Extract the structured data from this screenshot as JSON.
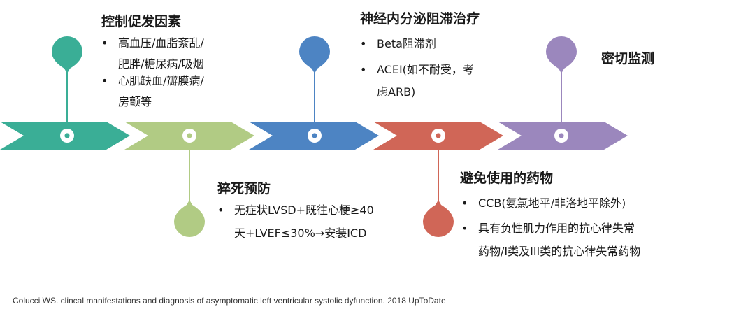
{
  "stages": [
    {
      "key": "risk",
      "title": "控制促发因素",
      "color": "#3aae96",
      "pin": "up",
      "bullets": [
        [
          "高血压/血脂紊乱/",
          "肥胖/糖尿病/吸烟"
        ],
        [
          "心肌缺血/瓣膜病/",
          "房颤等"
        ]
      ]
    },
    {
      "key": "scd",
      "title": "猝死预防",
      "color": "#b1cb84",
      "pin": "down",
      "bullets": [
        [
          "无症状LVSD+既往心梗≥40",
          "天+LVEF≤30%→安装ICD"
        ]
      ]
    },
    {
      "key": "neuro",
      "title": "神经内分泌阻滞治疗",
      "color": "#4d84c3",
      "pin": "up",
      "bullets": [
        [
          "Beta阻滞剂"
        ],
        [
          "ACEI(如不耐受，考",
          "虑ARB)"
        ]
      ]
    },
    {
      "key": "avoid",
      "title": "避免使用的药物",
      "color": "#d06657",
      "pin": "down",
      "bullets": [
        [
          "CCB(氨氯地平/非洛地平除外)"
        ],
        [
          "具有负性肌力作用的抗心律失常",
          "药物/I类及III类的抗心律失常药物"
        ]
      ]
    },
    {
      "key": "monitor",
      "title": "密切监测",
      "color": "#9b87bd",
      "pin": "up",
      "bullets": []
    }
  ],
  "bullet_symbol": "•",
  "citation": "Colucci WS. clincal manifestations and diagnosis of asymptomatic left ventricular systolic dyfunction. 2018 UpToDate"
}
